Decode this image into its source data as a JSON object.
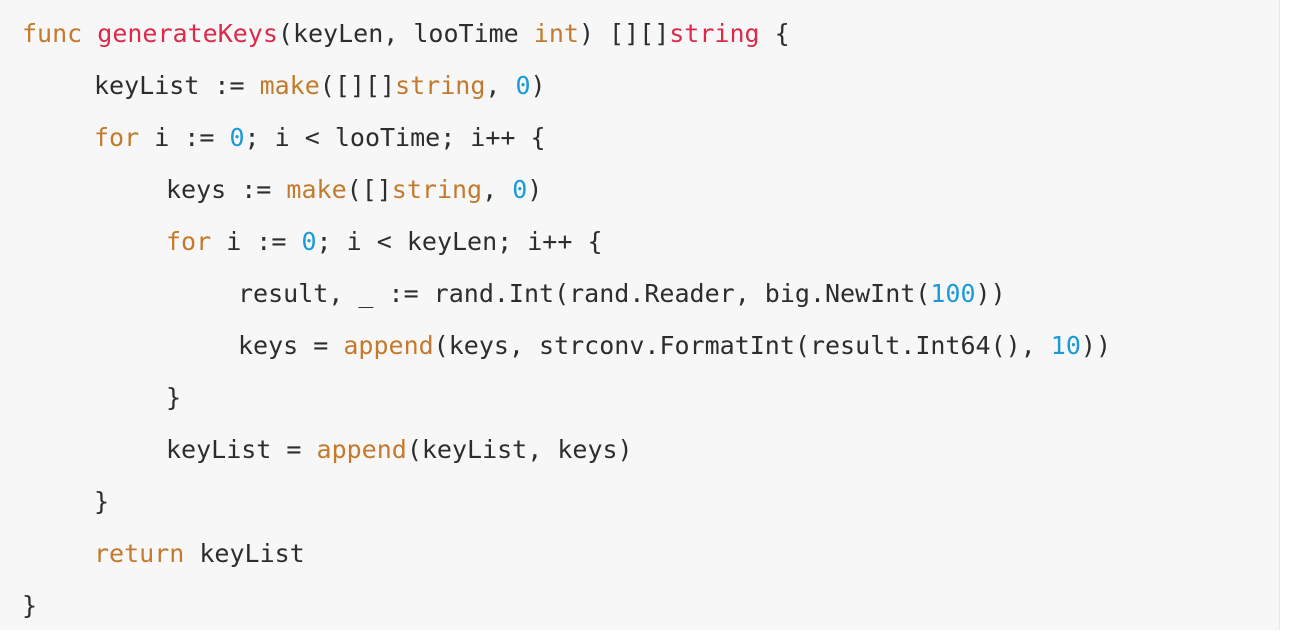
{
  "code": {
    "language": "go",
    "lines": [
      {
        "indent": 0,
        "tokens": [
          {
            "t": "func",
            "k": "kw"
          },
          {
            "t": " ",
            "k": "tx"
          },
          {
            "t": "generateKeys",
            "k": "fn"
          },
          {
            "t": "(keyLen, looTime ",
            "k": "tx"
          },
          {
            "t": "int",
            "k": "ty"
          },
          {
            "t": ") [][]",
            "k": "tx"
          },
          {
            "t": "string",
            "k": "fn"
          },
          {
            "t": " {",
            "k": "tx"
          }
        ]
      },
      {
        "indent": 1,
        "tokens": [
          {
            "t": "keyList := ",
            "k": "tx"
          },
          {
            "t": "make",
            "k": "bi"
          },
          {
            "t": "([][]",
            "k": "tx"
          },
          {
            "t": "string",
            "k": "ty"
          },
          {
            "t": ", ",
            "k": "tx"
          },
          {
            "t": "0",
            "k": "num"
          },
          {
            "t": ")",
            "k": "tx"
          }
        ]
      },
      {
        "indent": 1,
        "tokens": [
          {
            "t": "for",
            "k": "kw"
          },
          {
            "t": " i := ",
            "k": "tx"
          },
          {
            "t": "0",
            "k": "num"
          },
          {
            "t": "; i < looTime; i++ {",
            "k": "tx"
          }
        ]
      },
      {
        "indent": 2,
        "tokens": [
          {
            "t": "keys := ",
            "k": "tx"
          },
          {
            "t": "make",
            "k": "bi"
          },
          {
            "t": "([]",
            "k": "tx"
          },
          {
            "t": "string",
            "k": "ty"
          },
          {
            "t": ", ",
            "k": "tx"
          },
          {
            "t": "0",
            "k": "num"
          },
          {
            "t": ")",
            "k": "tx"
          }
        ]
      },
      {
        "indent": 2,
        "tokens": [
          {
            "t": "for",
            "k": "kw"
          },
          {
            "t": " i := ",
            "k": "tx"
          },
          {
            "t": "0",
            "k": "num"
          },
          {
            "t": "; i < keyLen; i++ {",
            "k": "tx"
          }
        ]
      },
      {
        "indent": 3,
        "tokens": [
          {
            "t": "result, _ := rand.Int(rand.Reader, big.NewInt(",
            "k": "tx"
          },
          {
            "t": "100",
            "k": "num"
          },
          {
            "t": "))",
            "k": "tx"
          }
        ]
      },
      {
        "indent": 3,
        "tokens": [
          {
            "t": "keys = ",
            "k": "tx"
          },
          {
            "t": "append",
            "k": "bi"
          },
          {
            "t": "(keys, strconv.FormatInt(result.Int64(), ",
            "k": "tx"
          },
          {
            "t": "10",
            "k": "num"
          },
          {
            "t": "))",
            "k": "tx"
          }
        ]
      },
      {
        "indent": 2,
        "tokens": [
          {
            "t": "}",
            "k": "tx"
          }
        ]
      },
      {
        "indent": 2,
        "tokens": [
          {
            "t": "keyList = ",
            "k": "tx"
          },
          {
            "t": "append",
            "k": "bi"
          },
          {
            "t": "(keyList, keys)",
            "k": "tx"
          }
        ]
      },
      {
        "indent": 1,
        "tokens": [
          {
            "t": "}",
            "k": "tx"
          }
        ]
      },
      {
        "indent": 1,
        "tokens": [
          {
            "t": "return",
            "k": "kw"
          },
          {
            "t": " keyList",
            "k": "tx"
          }
        ]
      },
      {
        "indent": 0,
        "tokens": [
          {
            "t": "}",
            "k": "tx"
          }
        ]
      }
    ]
  },
  "colors": {
    "keyword": "#c47a2c",
    "function_name": "#dc2a4b",
    "number": "#1a9bd7",
    "text": "#2d2d2d",
    "background": "#f7f7f7"
  }
}
